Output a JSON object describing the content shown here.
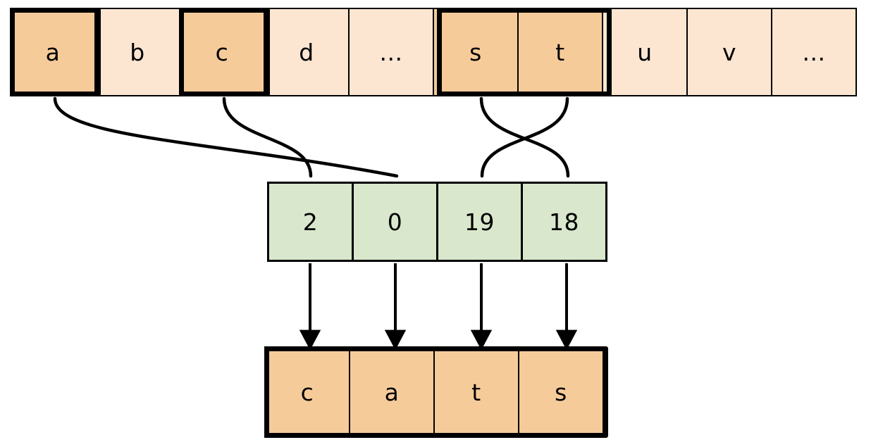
{
  "diagram": {
    "title": "Alphabet index lookup producing the word cats",
    "colors": {
      "highlight_fill": "#f6cb9a",
      "plain_fill": "#fce6d2",
      "index_fill": "#d9e8cd",
      "stroke": "#000000",
      "background": "#ffffff"
    },
    "alphabet_row": {
      "name": "alphabet-strip",
      "cells": [
        {
          "label": "a",
          "selected": true
        },
        {
          "label": "b",
          "selected": false
        },
        {
          "label": "c",
          "selected": true
        },
        {
          "label": "d",
          "selected": false
        },
        {
          "label": "...",
          "selected": false
        },
        {
          "label": "s",
          "selected": true
        },
        {
          "label": "t",
          "selected": true
        },
        {
          "label": "u",
          "selected": false
        },
        {
          "label": "v",
          "selected": false
        },
        {
          "label": "...",
          "selected": false
        }
      ]
    },
    "index_row": {
      "name": "index-strip",
      "cells": [
        {
          "label": "2"
        },
        {
          "label": "0"
        },
        {
          "label": "19"
        },
        {
          "label": "18"
        }
      ]
    },
    "result_row": {
      "name": "result-strip",
      "word": "cats",
      "cells": [
        {
          "label": "c"
        },
        {
          "label": "a"
        },
        {
          "label": "t"
        },
        {
          "label": "s"
        }
      ]
    },
    "connections": {
      "curves": [
        {
          "from": "a",
          "to": "0",
          "crosses": true
        },
        {
          "from": "c",
          "to": "2",
          "crosses": true
        },
        {
          "from": "s",
          "to": "18",
          "crosses": true
        },
        {
          "from": "t",
          "to": "19",
          "crosses": true
        }
      ],
      "arrows": [
        {
          "from": "2",
          "to": "c"
        },
        {
          "from": "0",
          "to": "a"
        },
        {
          "from": "19",
          "to": "t"
        },
        {
          "from": "18",
          "to": "s"
        }
      ]
    }
  }
}
